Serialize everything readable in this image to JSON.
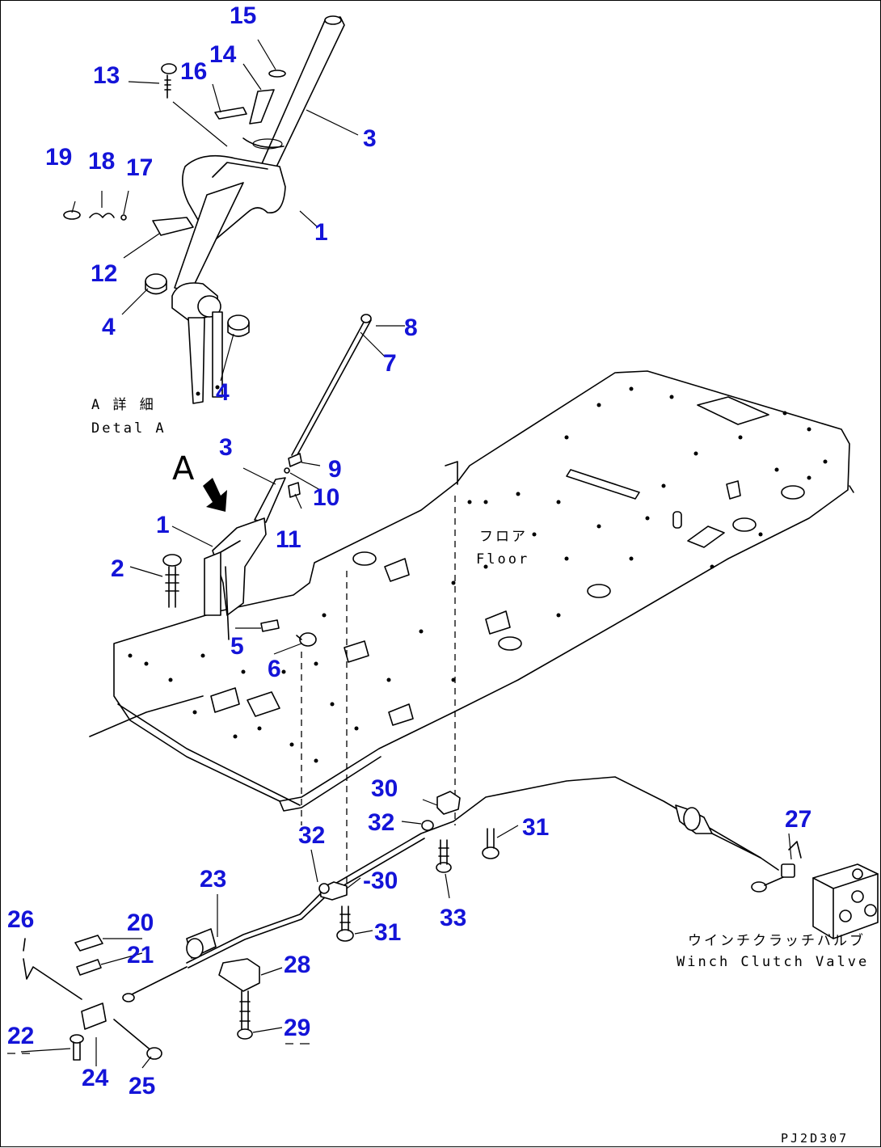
{
  "figure": {
    "code": "PJ2D307",
    "detail_label_jp": "A 詳 細",
    "detail_label_en": "Detal A",
    "view_marker": "A",
    "floor_label_jp": "フロア",
    "floor_label_en": "Floor",
    "valve_label_jp": "ウインチクラッチバルブ",
    "valve_label_en": "Winch Clutch Valve",
    "callout_color": "#1414d8"
  },
  "callouts": {
    "c15": "15",
    "c14": "14",
    "c13": "13",
    "c16": "16",
    "c3a": "3",
    "c19": "19",
    "c18": "18",
    "c17": "17",
    "c1a": "1",
    "c12": "12",
    "c4a": "4",
    "c4b": "4",
    "c8": "8",
    "c7": "7",
    "c3b": "3",
    "c9": "9",
    "c10": "10",
    "c11": "11",
    "c1b": "1",
    "c2": "2",
    "c5": "5",
    "c6": "6",
    "c30a": "30",
    "c32a": "32",
    "c31a": "31",
    "c27": "27",
    "c32b": "32",
    "c30b": "-30",
    "c33": "33",
    "c23": "23",
    "c31b": "31",
    "c26": "26",
    "c20": "20",
    "c21": "21",
    "c28": "28",
    "c29": "29",
    "c22": "22",
    "c24": "24",
    "c25": "25"
  }
}
